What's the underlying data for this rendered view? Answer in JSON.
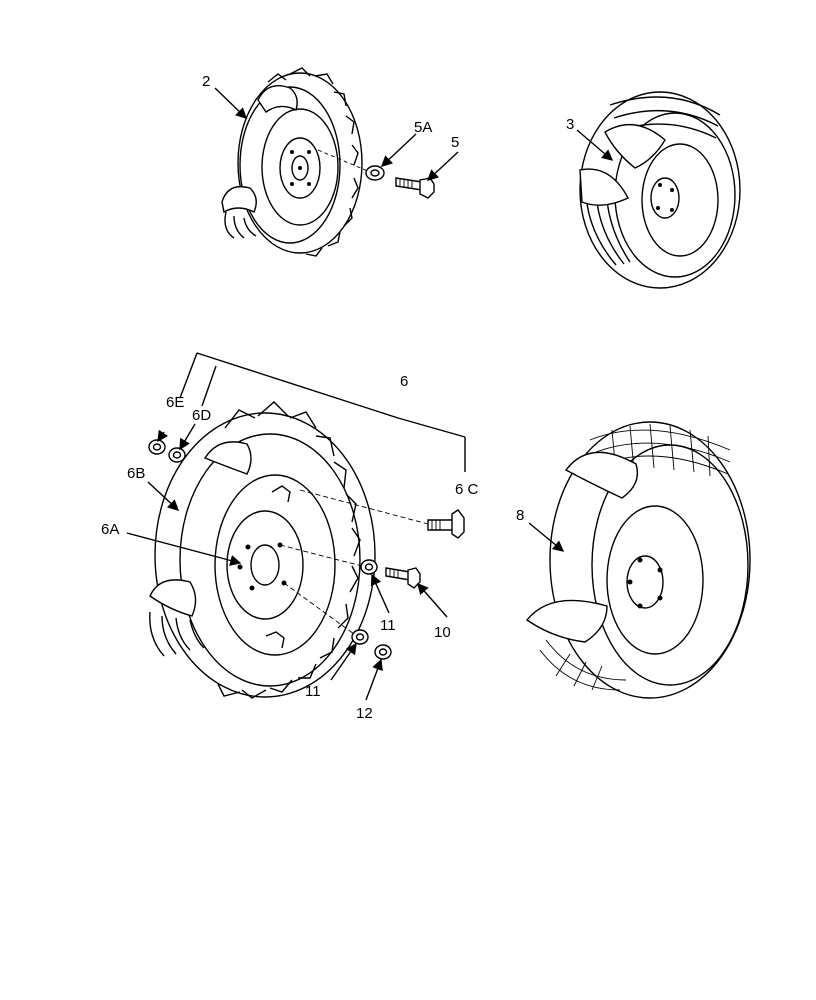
{
  "labels": {
    "l2": "2",
    "l3": "3",
    "l5a": "5A",
    "l5": "5",
    "l6": "6",
    "l6e": "6E",
    "l6d": "6D",
    "l6c": "6 C",
    "l6b": "6B",
    "l6a": "6A",
    "l8": "8",
    "l11a": "11",
    "l10": "10",
    "l11b": "11",
    "l12": "12"
  },
  "colors": {
    "line": "#000000",
    "background": "#ffffff"
  }
}
